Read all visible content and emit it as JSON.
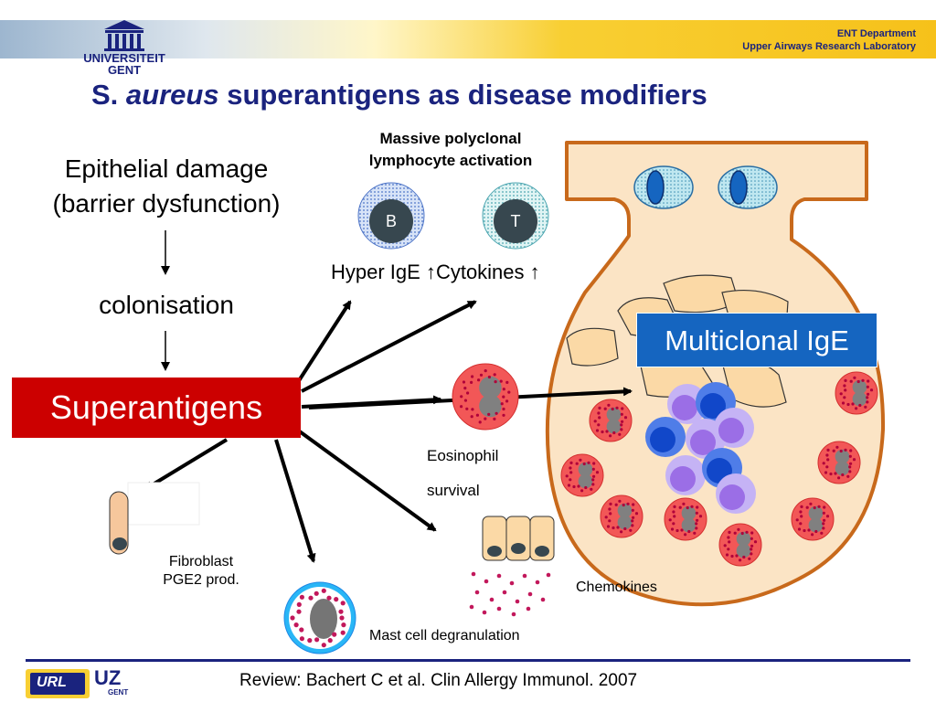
{
  "header": {
    "dept_line1": "ENT Department",
    "dept_line2": "Upper Airways Research Laboratory",
    "logo_line1": "UNIVERSITEIT",
    "logo_line2": "GENT"
  },
  "title": {
    "prefix": "S.",
    "italic": "aureus",
    "suffix": "superantigens as disease modifiers"
  },
  "left": {
    "line1": "Epithelial damage",
    "line2": "(barrier dysfunction)",
    "colonisation": "colonisation",
    "superantigens": "Superantigens"
  },
  "activation": {
    "line1": "Massive polyclonal",
    "line2": "lymphocyte activation",
    "b_label": "B",
    "t_label": "T",
    "hyper_ige": "Hyper IgE ↑",
    "cytokines": "Cytokines ↑"
  },
  "cells": {
    "eosinophil": "Eosinophil",
    "survival": "survival",
    "fibroblast": "Fibroblast",
    "pge2": "PGE2 prod.",
    "chemokines": "Chemokines",
    "mast": "Mast cell degranulation"
  },
  "tissue": {
    "multiclonal": "Multiclonal IgE"
  },
  "footer": {
    "reference": "Review: Bachert C et al. Clin Allergy Immunol. 2007",
    "logo_url": "URL",
    "logo_uz": "UZ",
    "logo_uz_sub": "GENT"
  },
  "colors": {
    "title": "#1a237e",
    "superantigen_box": "#cc0000",
    "multiclonal_box": "#1565c0",
    "tissue_fill": "#fbe4c5",
    "tissue_border": "#c8691b"
  }
}
